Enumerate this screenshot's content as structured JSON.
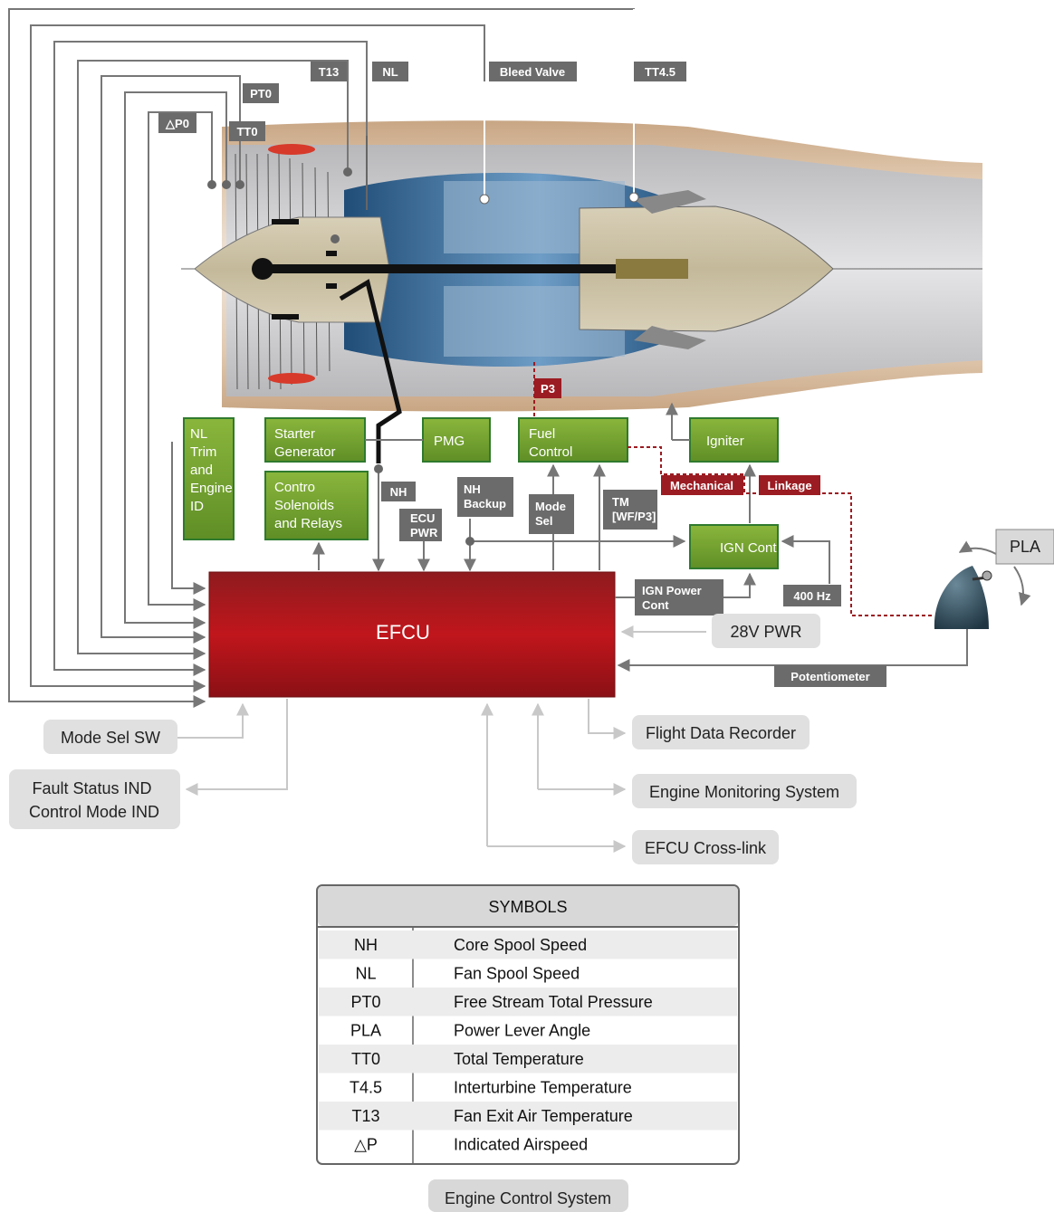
{
  "sensors": {
    "dp0": "△P0",
    "tt0": "TT0",
    "pt0": "PT0",
    "t13": "T13",
    "nl": "NL",
    "bleed": "Bleed Valve",
    "tt45": "TT4.5",
    "p3": "P3"
  },
  "boxes": {
    "nl_trim": [
      "NL",
      "Trim",
      "and",
      "Engine",
      "ID"
    ],
    "starter": [
      "Starter",
      "Generator"
    ],
    "solenoids": [
      "Contro",
      "Solenoids",
      "and Relays"
    ],
    "pmg": "PMG",
    "fuel_control": [
      "Fuel",
      "Control"
    ],
    "igniter": "Igniter",
    "ign_cont": "IGN Cont",
    "efcu": "EFCU"
  },
  "signals": {
    "nh": "NH",
    "ecu_pwr": [
      "ECU",
      "PWR"
    ],
    "nh_backup": [
      "NH",
      "Backup"
    ],
    "mode_sel": [
      "Mode",
      "Sel"
    ],
    "tm": [
      "TM",
      "[WF/P3]"
    ],
    "mechanical": "Mechanical",
    "linkage": "Linkage",
    "ign_power": [
      "IGN Power",
      "Cont"
    ],
    "hz400": "400 Hz",
    "potentiometer": "Potentiometer",
    "pla": "PLA",
    "pwr28": "28V PWR"
  },
  "externals": {
    "mode_sel_sw": "Mode Sel SW",
    "fault_status": [
      "Fault Status IND",
      "Control Mode IND"
    ],
    "fdr": "Flight Data Recorder",
    "ems": "Engine Monitoring System",
    "crosslink": "EFCU Cross-link"
  },
  "symbols": {
    "title": "SYMBOLS",
    "rows": [
      {
        "symbol": "NH",
        "meaning": "Core Spool Speed"
      },
      {
        "symbol": "NL",
        "meaning": "Fan Spool Speed"
      },
      {
        "symbol": "PT0",
        "meaning": "Free Stream Total Pressure"
      },
      {
        "symbol": "PLA",
        "meaning": "Power Lever Angle"
      },
      {
        "symbol": "TT0",
        "meaning": "Total Temperature"
      },
      {
        "symbol": "T4.5",
        "meaning": "Interturbine Temperature"
      },
      {
        "symbol": "T13",
        "meaning": "Fan Exit Air Temperature"
      },
      {
        "symbol": "△P",
        "meaning": "Indicated Airspeed"
      }
    ]
  },
  "caption": "Engine Control System"
}
